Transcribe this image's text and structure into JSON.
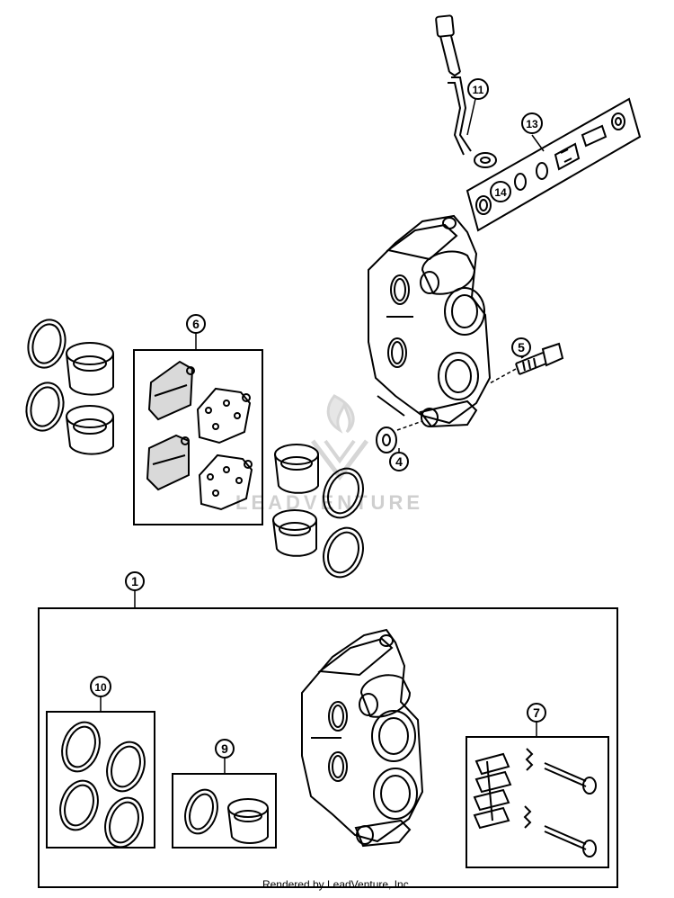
{
  "callouts": {
    "c1": "1",
    "c4": "4",
    "c5": "5",
    "c6": "6",
    "c7": "7",
    "c9": "9",
    "c10": "10",
    "c11": "11",
    "c13": "13",
    "c14": "14"
  },
  "watermark": {
    "text": "LEADVENTURE"
  },
  "footer": {
    "text": "Rendered by LeadVenture, Inc."
  },
  "colors": {
    "line": "#000000",
    "pad_fill": "#d9d9d9",
    "watermark": "#cfcfcf"
  }
}
